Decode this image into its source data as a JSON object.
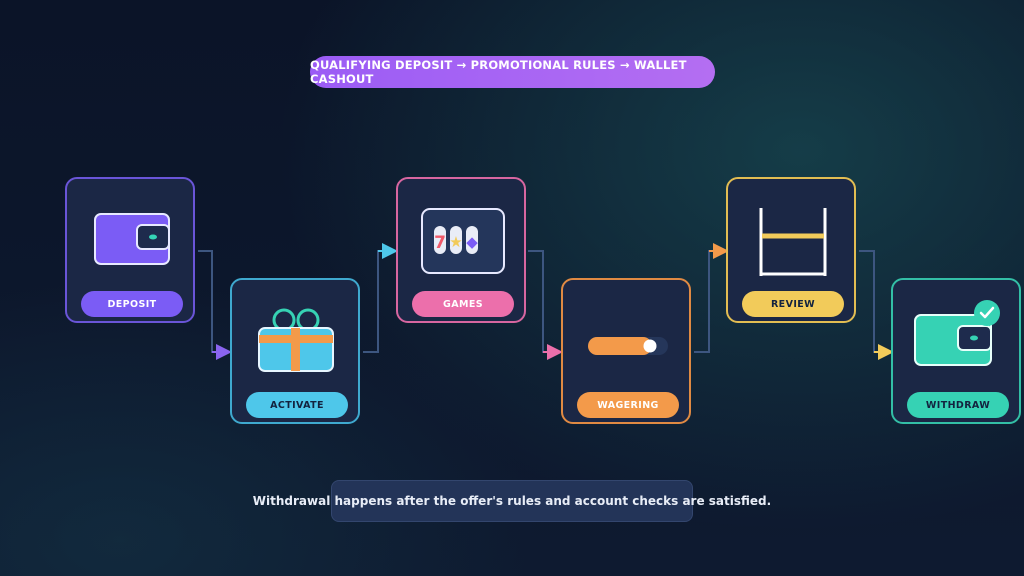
{
  "header": {
    "flow_title": "QUALIFYING DEPOSIT → PROMOTIONAL RULES → WALLET CASHOUT"
  },
  "steps": [
    {
      "label": "DEPOSIT",
      "icon": "wallet-icon",
      "accent": "#7b5cf5"
    },
    {
      "label": "ACTIVATE",
      "icon": "gift-icon",
      "accent": "#4ec7ea"
    },
    {
      "label": "GAMES",
      "icon": "slot-machine-icon",
      "accent": "#ec6fab"
    },
    {
      "label": "WAGERING",
      "icon": "progress-toggle-icon",
      "accent": "#f39a4a"
    },
    {
      "label": "REVIEW",
      "icon": "checkpoint-gate-icon",
      "accent": "#f2cb5a"
    },
    {
      "label": "WITHDRAW",
      "icon": "wallet-check-icon",
      "accent": "#36d2b4"
    }
  ],
  "slot_symbols": [
    "7",
    "★",
    "◆"
  ],
  "footer": {
    "note": "Withdrawal happens after the offer's rules and account checks are satisfied."
  }
}
